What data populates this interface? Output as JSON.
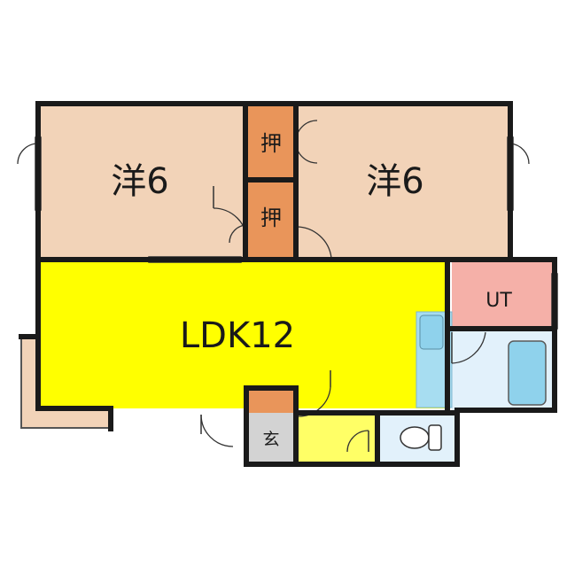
{
  "rooms": {
    "western_left": "洋6",
    "western_right": "洋6",
    "closet_upper": "押",
    "closet_lower": "押",
    "ldk": "LDK12",
    "utility": "UT",
    "entrance": "玄"
  },
  "colors": {
    "wall": "#1a1a1a",
    "western_room": "#f2d3b8",
    "closet": "#e9955a",
    "ldk": "#ffff00",
    "utility": "#f5b0a8",
    "bath_area": "#e2f1fb",
    "bathtub": "#8fd2ec",
    "toilet_room": "#e2f1fb",
    "sink": "#a7ddf1",
    "hallway": "#ffff66",
    "entrance": "#d3d3d3",
    "balcony": "#f2d3b8"
  }
}
